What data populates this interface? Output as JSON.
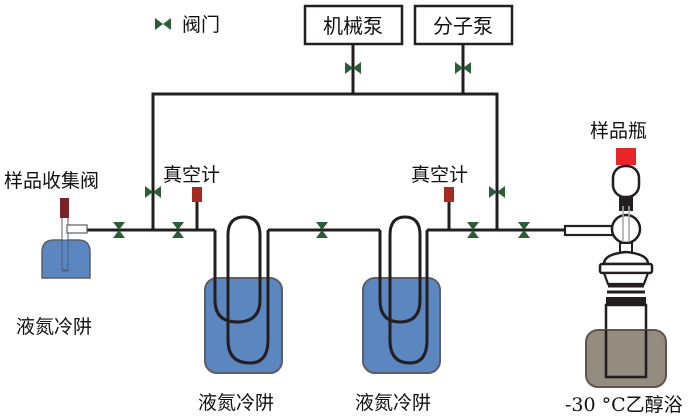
{
  "legend": {
    "valve_label": "阀门"
  },
  "pumps": {
    "mechanical": "机械泵",
    "molecular": "分子泵"
  },
  "labels": {
    "sample_collection_valve": "样品收集阀",
    "vacuum_gauge_left": "真空计",
    "vacuum_gauge_right": "真空计",
    "sample_bottle": "样品瓶",
    "ln2_trap_small": "液氮冷阱",
    "ln2_trap_1": "液氮冷阱",
    "ln2_trap_2": "液氮冷阱",
    "ethanol_bath": "-30 °C乙醇浴"
  },
  "colors": {
    "valve": "#2b5e35",
    "pipe": "#231f20",
    "ln2": "#5b86c0",
    "ln2_border": "#5a5f66",
    "gauge": "#a52a22",
    "sample_cap": "#e8262a",
    "ethanol_bath": "#8a7f72",
    "ethanol_border": "#5e554c"
  }
}
